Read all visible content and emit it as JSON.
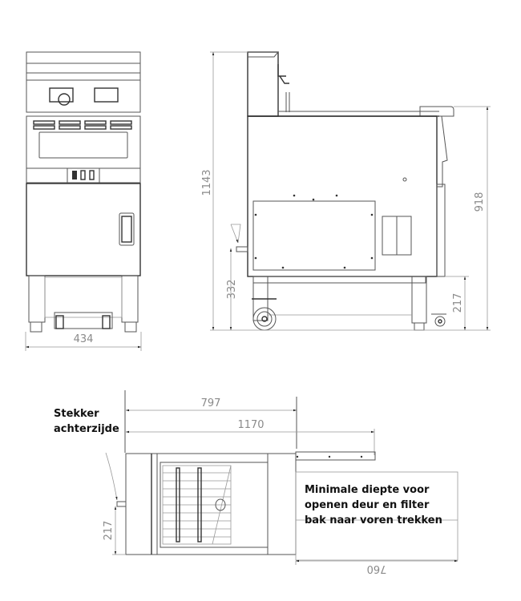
{
  "drawing": {
    "front_view": {
      "width_dimension": "434"
    },
    "side_view": {
      "total_height": "1143",
      "worktop_height": "918",
      "plug_height": "332",
      "base_height": "217"
    },
    "top_view": {
      "depth_dimension": "797",
      "depth_with_pullout": "1170",
      "plug_side_height": "217",
      "min_clearance": "760"
    },
    "labels": {
      "plug_rear_line1": "Stekker",
      "plug_rear_line2": "achterzijde",
      "clearance_note_line1": "Minimale diepte voor",
      "clearance_note_line2": "openen deur en filter",
      "clearance_note_line3": "bak naar voren trekken"
    },
    "colors": {
      "line": "#555555",
      "dimension_text": "#8a8a8a",
      "label_text": "#111111"
    }
  }
}
